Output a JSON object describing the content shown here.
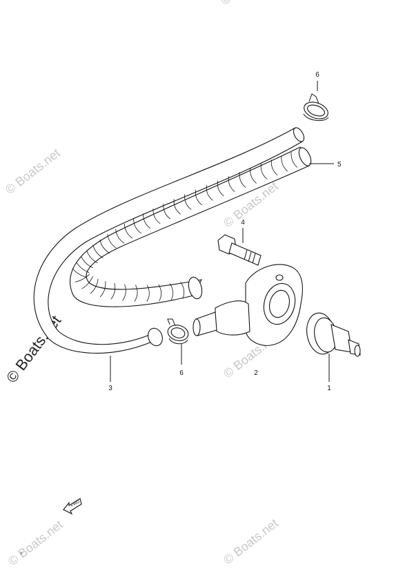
{
  "callouts": [
    {
      "id": "1",
      "text": "1"
    },
    {
      "id": "2",
      "text": "2"
    },
    {
      "id": "3",
      "text": "3"
    },
    {
      "id": "4",
      "text": "4"
    },
    {
      "id": "5",
      "text": "5"
    },
    {
      "id": "6a",
      "text": "6"
    },
    {
      "id": "6b",
      "text": "6"
    }
  ],
  "fwd_text": "FWD",
  "footnote": "r",
  "watermark": "© Boats.net",
  "watermark_large": "© Boats.net"
}
